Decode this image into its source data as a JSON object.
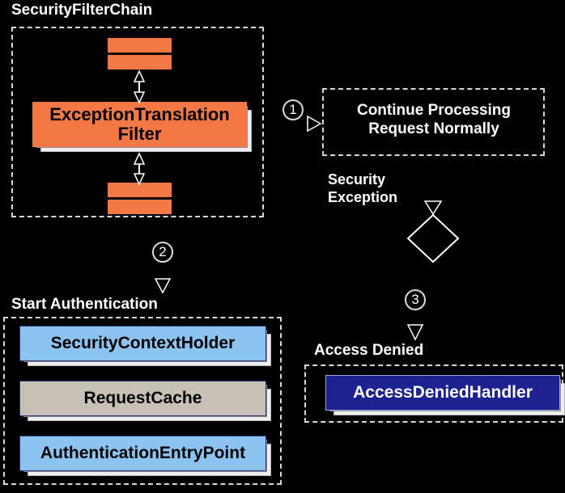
{
  "diagram": {
    "title": "Spring Security ExceptionTranslationFilter flow",
    "background_color": "#000000",
    "groups": [
      {
        "id": "security-filter-chain",
        "label": "SecurityFilterChain",
        "style": "dashed"
      },
      {
        "id": "continue-processing",
        "label": "Continue Processing Request Normally",
        "line1": "Continue Processing",
        "line2": "Request Normally",
        "style": "dashed"
      },
      {
        "id": "start-authentication-group",
        "label": "Start Authentication",
        "style": "dashed"
      },
      {
        "id": "access-denied-group",
        "label": "Access Denied",
        "style": "dashed"
      }
    ],
    "filter_bars": [
      {
        "id": "filter-bar-top-1",
        "color": "#F47746"
      },
      {
        "id": "filter-bar-top-2",
        "color": "#F47746"
      },
      {
        "id": "filter-bar-bottom-1",
        "color": "#F47746"
      },
      {
        "id": "filter-bar-bottom-2",
        "color": "#F47746"
      }
    ],
    "components": [
      {
        "id": "exception-translation-filter",
        "line1": "ExceptionTranslation",
        "line2": "Filter",
        "fill": "#F47746",
        "text_color": "#000000"
      },
      {
        "id": "security-context-holder",
        "label": "SecurityContextHolder",
        "fill": "#8CC3F0",
        "text_color": "#000000"
      },
      {
        "id": "request-cache",
        "label": "RequestCache",
        "fill": "#C6C1B4",
        "text_color": "#000000"
      },
      {
        "id": "authentication-entry-point",
        "label": "AuthenticationEntryPoint",
        "fill": "#8CC3F0",
        "text_color": "#000000"
      },
      {
        "id": "access-denied-handler",
        "label": "AccessDeniedHandler",
        "fill": "#1C2391",
        "text_color": "#ffffff"
      }
    ],
    "steps": [
      {
        "id": "step-1",
        "number": "①",
        "glyph": "1"
      },
      {
        "id": "step-2",
        "number": "②",
        "glyph": "2"
      },
      {
        "id": "step-3",
        "number": "③",
        "glyph": "3"
      }
    ],
    "edge_labels": [
      {
        "id": "security-exception-label",
        "line1": "Security",
        "line2": "Exception"
      },
      {
        "id": "start-authentication-label",
        "text": "Start Authentication"
      },
      {
        "id": "access-denied-label",
        "text": "Access Denied"
      }
    ],
    "decision_node": {
      "id": "security-exception-decision",
      "shape": "diamond",
      "label": ""
    }
  }
}
